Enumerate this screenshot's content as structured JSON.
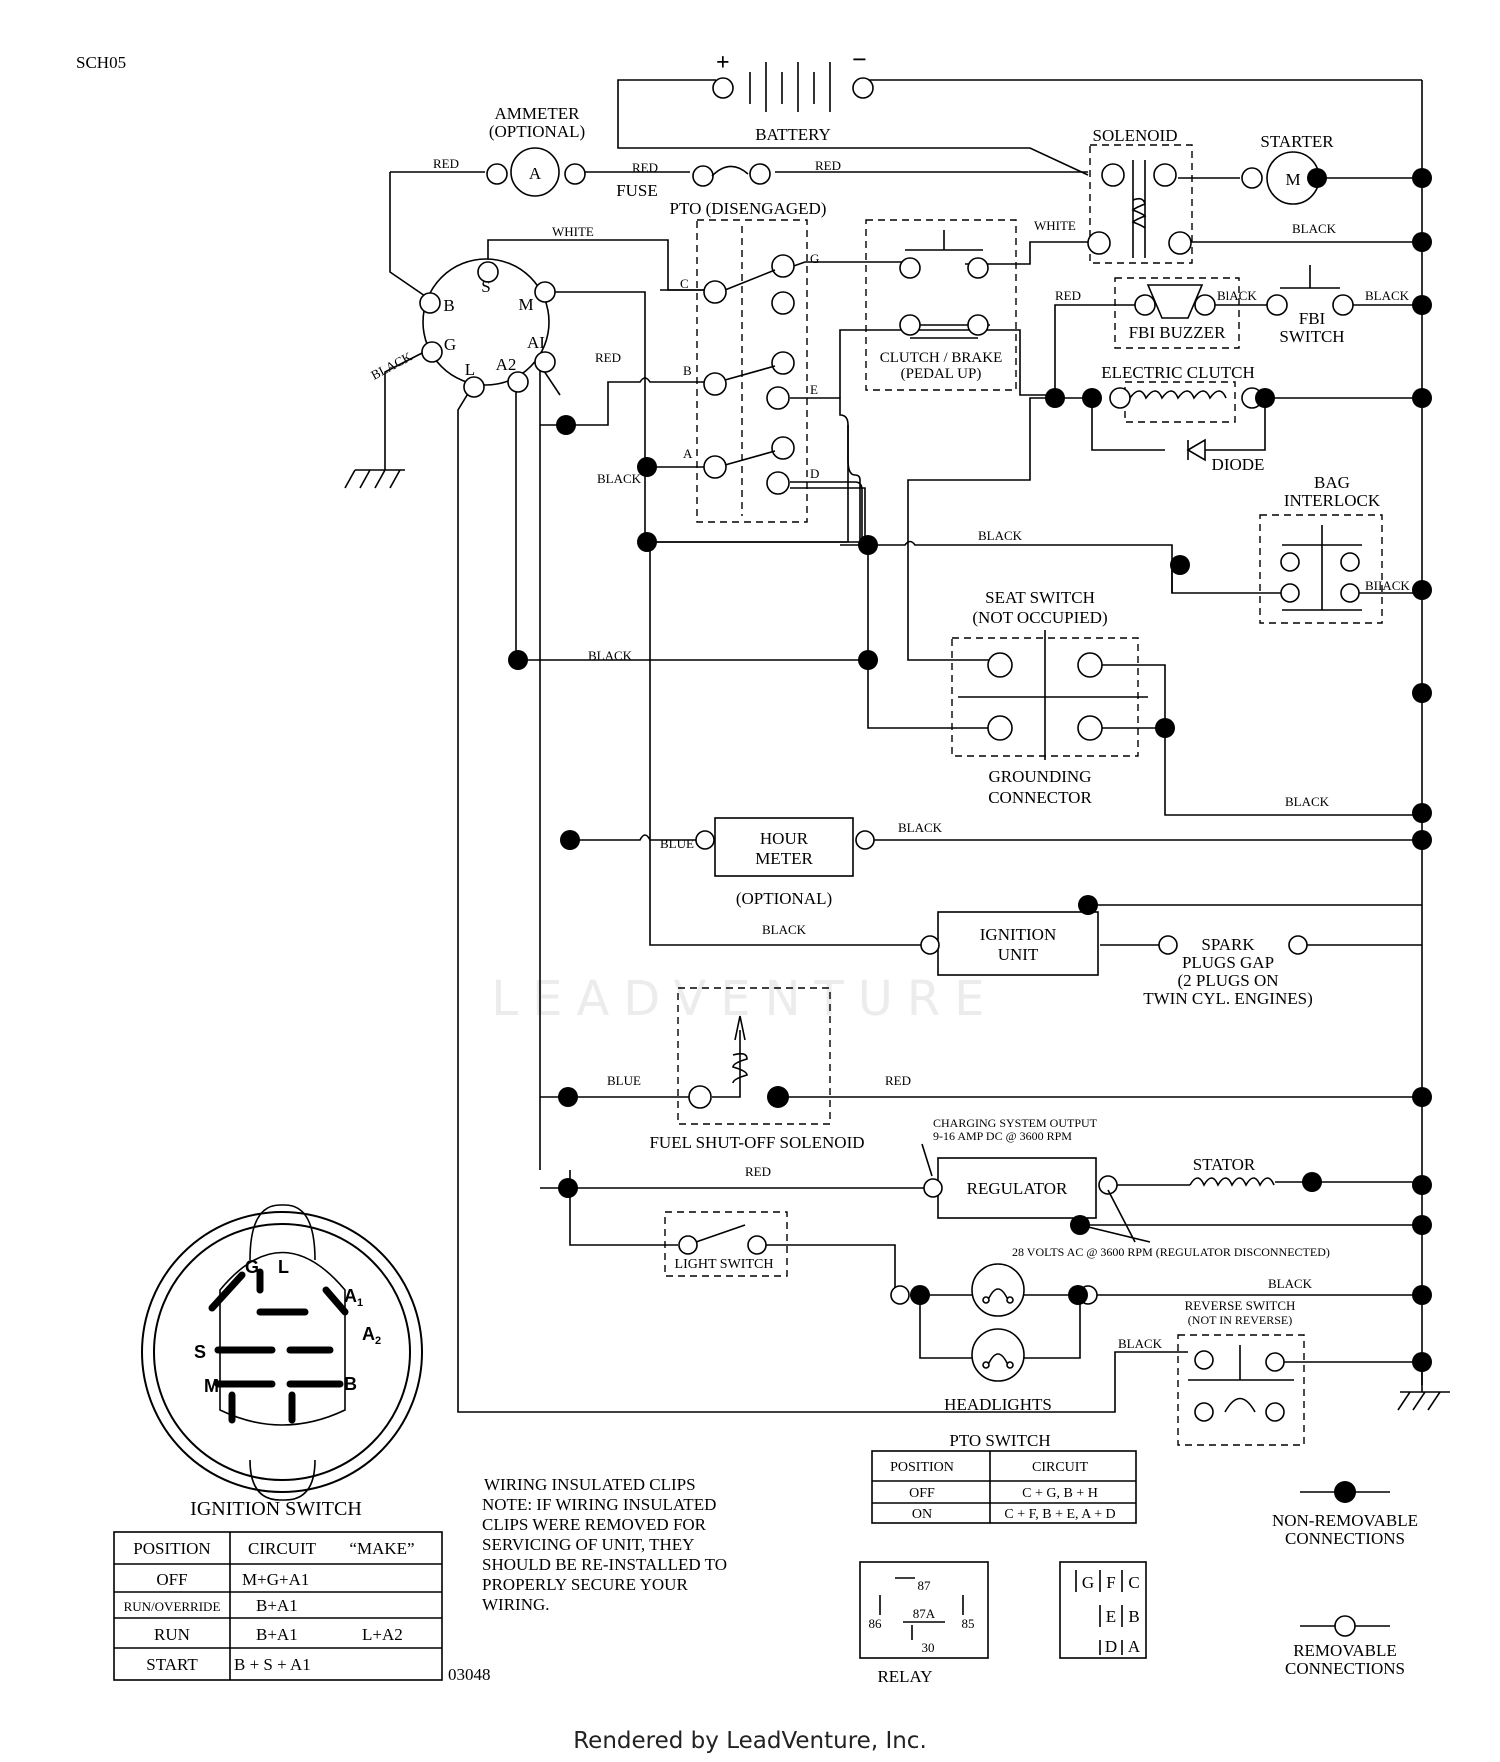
{
  "code": "SCH05",
  "part_no": "03048",
  "footer": "Rendered by LeadVenture, Inc.",
  "watermark": "LEADVENTURE",
  "components": {
    "battery": "BATTERY",
    "battery_pos": "+",
    "battery_neg": "−",
    "ammeter": [
      "AMMETER",
      "(OPTIONAL)"
    ],
    "ammeter_symbol": "A",
    "fuse": "FUSE",
    "solenoid": "SOLENOID",
    "starter": "STARTER",
    "starter_symbol": "M",
    "pto": "PTO (DISENGAGED)",
    "clutch_brake": [
      "CLUTCH / BRAKE",
      "(PEDAL UP)"
    ],
    "fbi_buzzer": "FBI BUZZER",
    "fbi_switch": [
      "FBI",
      "SWITCH"
    ],
    "electric_clutch": "ELECTRIC CLUTCH",
    "diode": "DIODE",
    "bag_interlock": [
      "BAG",
      "INTERLOCK"
    ],
    "seat_switch": [
      "SEAT SWITCH",
      "(NOT OCCUPIED)"
    ],
    "grounding_connector": [
      "GROUNDING",
      "CONNECTOR"
    ],
    "hour_meter": [
      "HOUR",
      "METER"
    ],
    "hour_meter_optional": "(OPTIONAL)",
    "ignition_unit": [
      "IGNITION",
      "UNIT"
    ],
    "spark": [
      "SPARK",
      "PLUGS GAP",
      "(2 PLUGS ON",
      "TWIN CYL. ENGINES)"
    ],
    "fuel_solenoid": "FUEL SHUT-OFF SOLENOID",
    "charging_output": [
      "CHARGING SYSTEM OUTPUT",
      "9-16 AMP DC @ 3600 RPM"
    ],
    "regulator": "REGULATOR",
    "stator": "STATOR",
    "volts_note": "28 VOLTS AC @ 3600 RPM (REGULATOR DISCONNECTED)",
    "light_switch": "LIGHT SWITCH",
    "headlights": "HEADLIGHTS",
    "reverse_switch": [
      "REVERSE SWITCH",
      "(NOT IN REVERSE)"
    ],
    "ignition_switch": "IGNITION SWITCH",
    "relay": "RELAY"
  },
  "ign_terminals": [
    "S",
    "M",
    "B",
    "G",
    "AI",
    "L",
    "A2"
  ],
  "pto_terminals": [
    "C",
    "G",
    "B",
    "E",
    "A",
    "D"
  ],
  "wire_labels": {
    "red": "RED",
    "black": "BLACK",
    "black_typo": "BlACK",
    "black_typo2": "BIIACK",
    "white": "WHITE",
    "blue": "BLUE"
  },
  "ignition_face": [
    "G",
    "L",
    "A",
    "1",
    "S",
    "A",
    "2",
    "M",
    "B"
  ],
  "ignition_table": {
    "headers": [
      "POSITION",
      "CIRCUIT",
      "“MAKE”"
    ],
    "rows": [
      [
        "OFF",
        "M+G+A1",
        ""
      ],
      [
        "RUN/OVERRIDE",
        "B+A1",
        ""
      ],
      [
        "RUN",
        "B+A1",
        "L+A2"
      ],
      [
        "START",
        "B + S + A1",
        ""
      ]
    ]
  },
  "note": [
    "WIRING INSULATED CLIPS",
    "NOTE:  IF WIRING INSULATED",
    "CLIPS WERE REMOVED FOR",
    "SERVICING OF UNIT, THEY",
    "SHOULD BE RE-INSTALLED TO",
    "PROPERLY SECURE YOUR",
    "WIRING."
  ],
  "pto_table": {
    "title": "PTO SWITCH",
    "headers": [
      "POSITION",
      "CIRCUIT"
    ],
    "rows": [
      [
        "OFF",
        "C + G, B + H"
      ],
      [
        "ON",
        "C + F, B + E, A + D"
      ]
    ]
  },
  "relay_pins": [
    "87",
    "87A",
    "86",
    "85",
    "30"
  ],
  "plug_pins": [
    "G",
    "F",
    "C",
    "E",
    "B",
    "D",
    "A"
  ],
  "legend": {
    "non_removable": [
      "NON-REMOVABLE",
      "CONNECTIONS"
    ],
    "removable": [
      "REMOVABLE",
      "CONNECTIONS"
    ]
  }
}
